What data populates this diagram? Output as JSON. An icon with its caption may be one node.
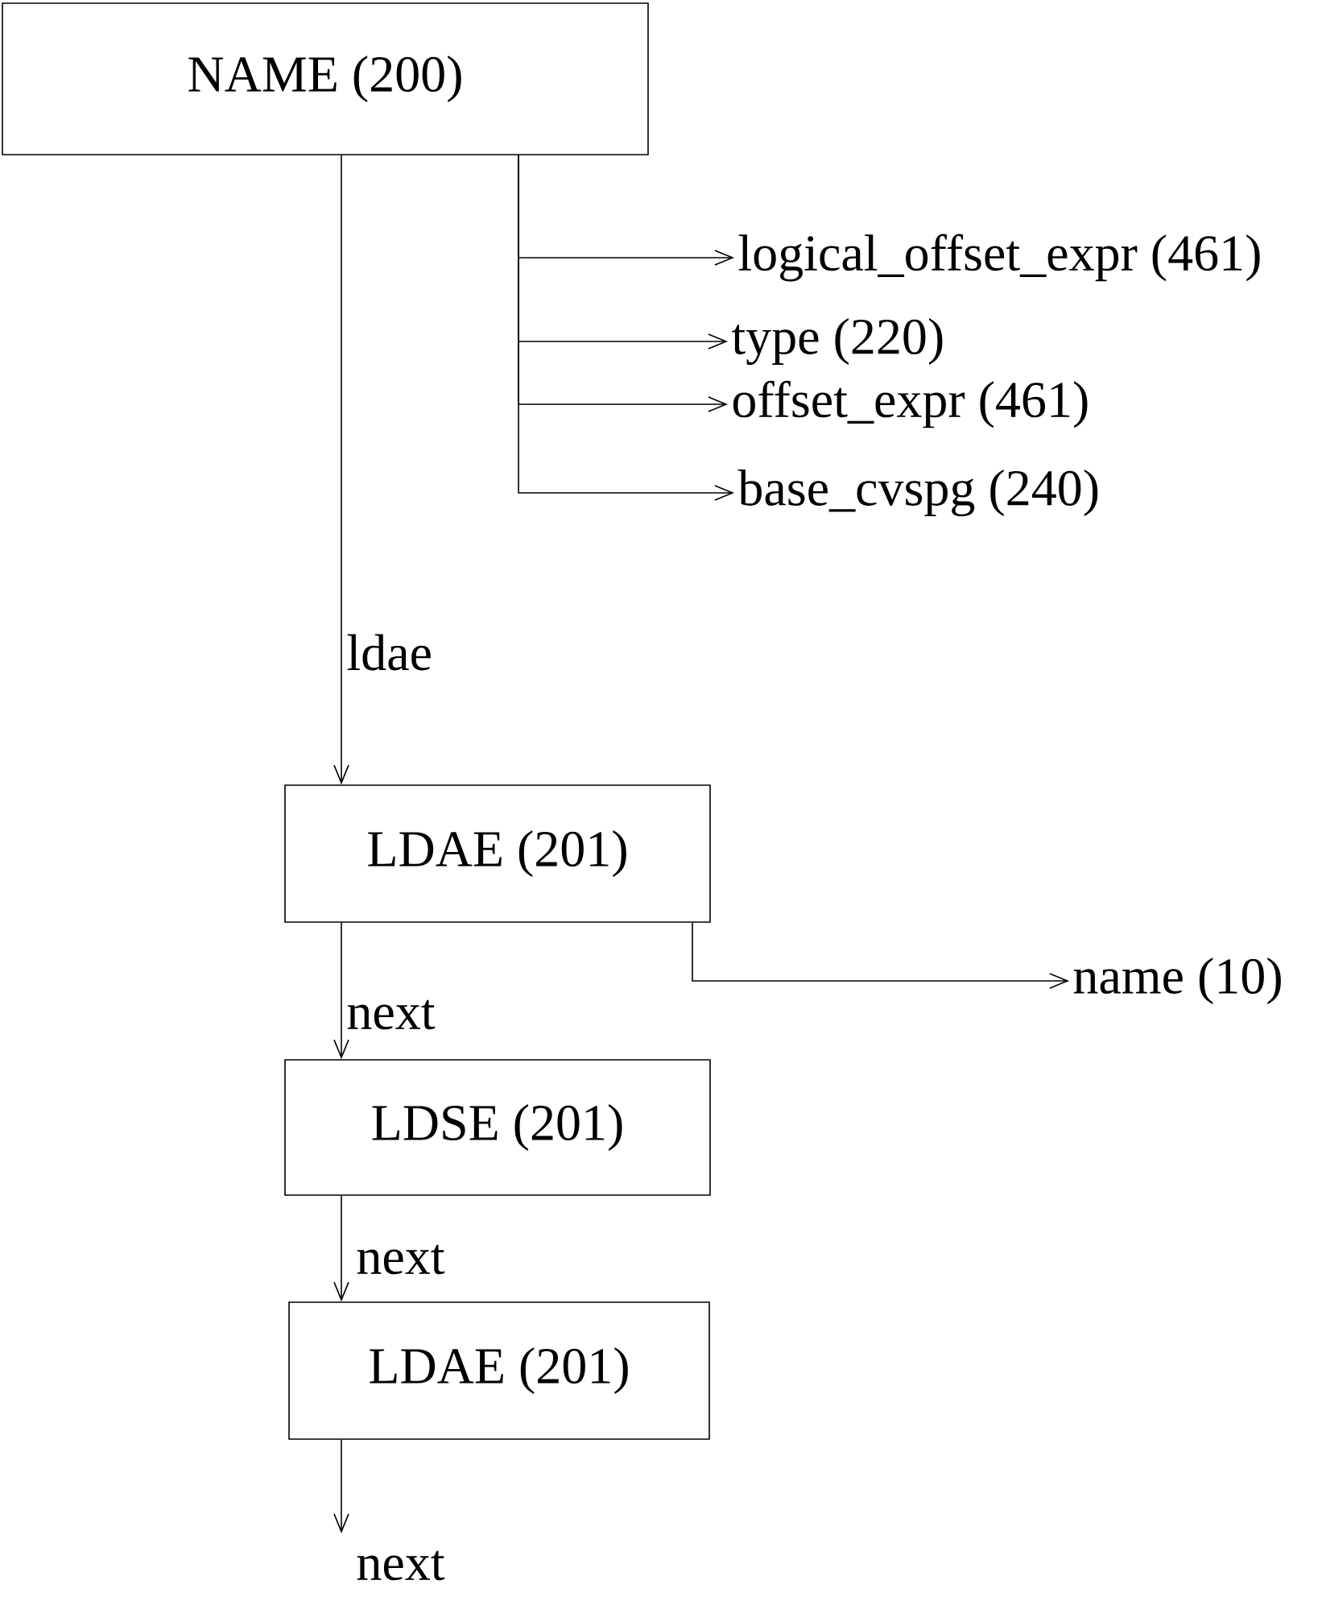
{
  "diagram": {
    "nodes": [
      {
        "text": [
          "NAME (200)"
        ]
      },
      {
        "text": [
          "logical_offset_expr (461)"
        ]
      },
      {
        "text": [
          "type (220)"
        ]
      },
      {
        "text": [
          "offset_expr (461)"
        ]
      },
      {
        "text": [
          "base_cvspg (240)"
        ]
      },
      {
        "text": [
          "LDAE (201)"
        ]
      },
      {
        "text": [
          "name (10)"
        ]
      },
      {
        "text": [
          "LDSE (201)"
        ]
      },
      {
        "text": [
          "LDAE (201)"
        ]
      }
    ],
    "edges": [
      {
        "from": 0,
        "to": 1,
        "arrow": "to"
      },
      {
        "from": 0,
        "to": 2,
        "arrow": "to"
      },
      {
        "from": 0,
        "to": 3,
        "arrow": "to"
      },
      {
        "from": 0,
        "to": 4,
        "arrow": "to"
      },
      {
        "from": 0,
        "to": 5,
        "arrow": "to",
        "label": "ldae"
      },
      {
        "from": 5,
        "to": 6,
        "arrow": "to"
      },
      {
        "from": 5,
        "to": 7,
        "arrow": "to",
        "label": "next"
      },
      {
        "from": 7,
        "to": 8,
        "arrow": "to",
        "label": "next"
      },
      {
        "from": 8,
        "to": null,
        "arrow": "to",
        "label": "next"
      }
    ]
  }
}
